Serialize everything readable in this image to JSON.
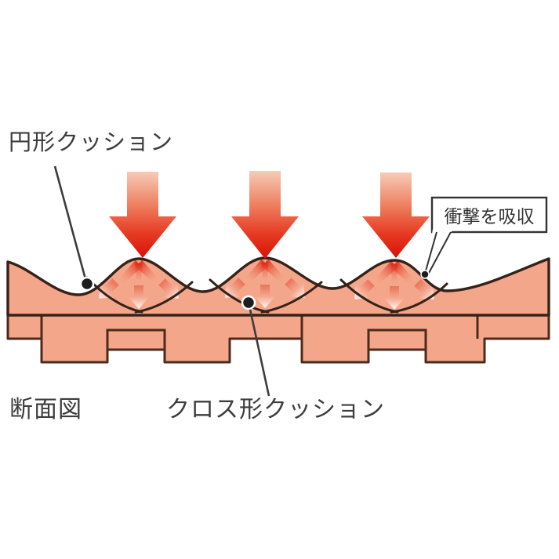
{
  "figure": {
    "background": "#ffffff",
    "labels": {
      "round_cushion": "円形クッション",
      "cross_cushion": "クロス形クッション",
      "section_view": "断面図"
    },
    "callout": {
      "text": "衝撃を吸収"
    },
    "impact_arrows": {
      "count": 3,
      "meaning": "impact force pressing down on cushions"
    },
    "colors": {
      "cushion_fill": "#F4A68A",
      "cushion_outline": "#35221A",
      "base_outline": "#4C2B1B",
      "impact_red": "#DC1408",
      "impact_pale": "#F6CBB8",
      "leader_line": "#3C3C3C",
      "text": "#3D3D3D",
      "callout_border": "#333333"
    }
  }
}
